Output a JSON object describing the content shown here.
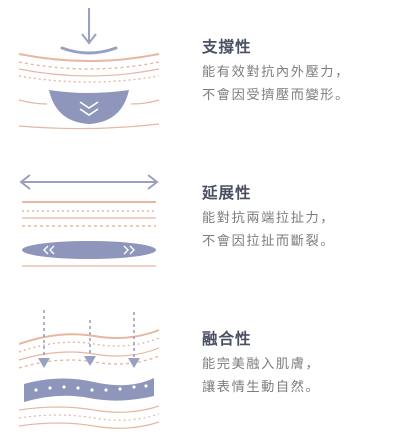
{
  "features": [
    {
      "title": "支撐性",
      "desc_lines": [
        "能有效對抗內外壓力，",
        "不會因受擠壓而變形。"
      ],
      "icon": "support-compression-icon"
    },
    {
      "title": "延展性",
      "desc_lines": [
        "能對抗兩端拉扯力，",
        "不會因拉扯而斷裂。"
      ],
      "icon": "stretch-tension-icon"
    },
    {
      "title": "融合性",
      "desc_lines": [
        "能完美融入肌膚，",
        "讓表情生動自然。"
      ],
      "icon": "skin-fusion-icon"
    }
  ],
  "colors": {
    "arrow": "#9aa0c0",
    "skin_line": "#e7b7a2",
    "dots": "#e0a58e",
    "implant": "#8e96bc",
    "title": "#4a4f63",
    "desc": "#7d7d7d"
  }
}
